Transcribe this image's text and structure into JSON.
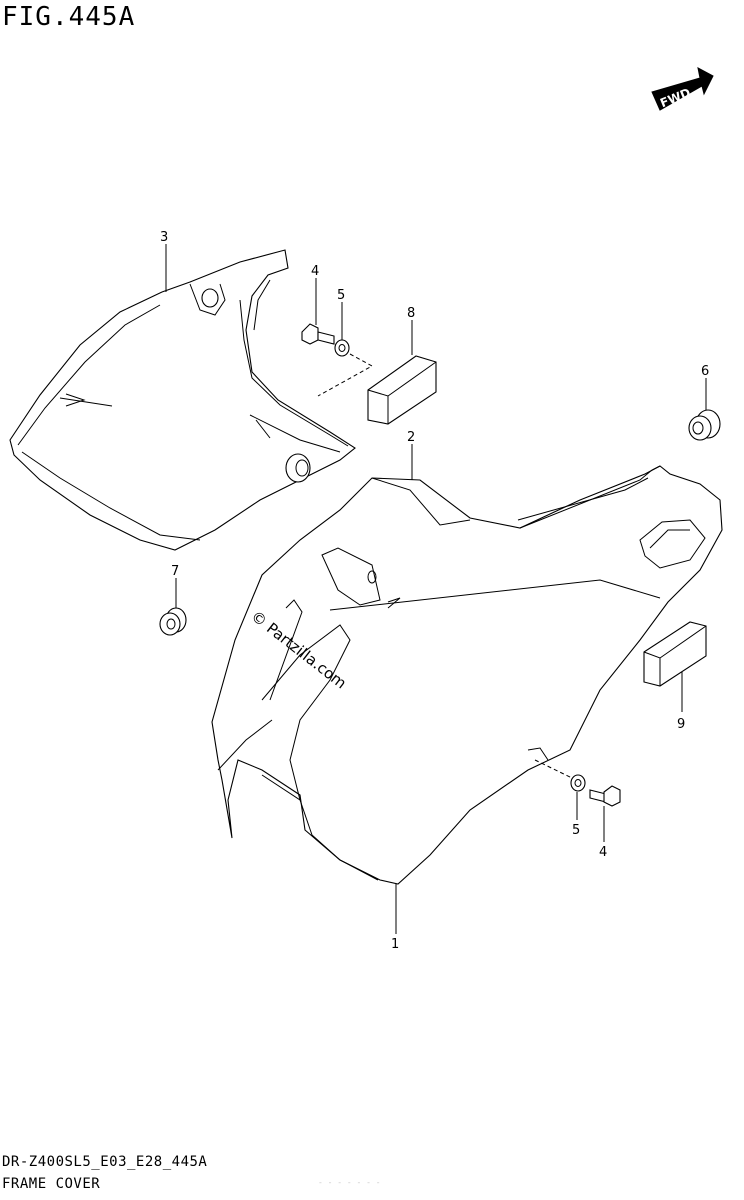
{
  "figure": {
    "title": "FIG.445A",
    "model_code": "DR-Z400SL5_E03_E28_445A",
    "section_name": "FRAME COVER",
    "faint_text": "- - - - - - -"
  },
  "watermark": {
    "text": "© Partzilla.com"
  },
  "fwd_arrow": {
    "label": "FWD"
  },
  "callouts": [
    {
      "id": "c3",
      "label": "3"
    },
    {
      "id": "c4a",
      "label": "4"
    },
    {
      "id": "c5a",
      "label": "5"
    },
    {
      "id": "c8",
      "label": "8"
    },
    {
      "id": "c6",
      "label": "6"
    },
    {
      "id": "c2",
      "label": "2"
    },
    {
      "id": "c7",
      "label": "7"
    },
    {
      "id": "c9",
      "label": "9"
    },
    {
      "id": "c5b",
      "label": "5"
    },
    {
      "id": "c4b",
      "label": "4"
    },
    {
      "id": "c1",
      "label": "1"
    }
  ]
}
